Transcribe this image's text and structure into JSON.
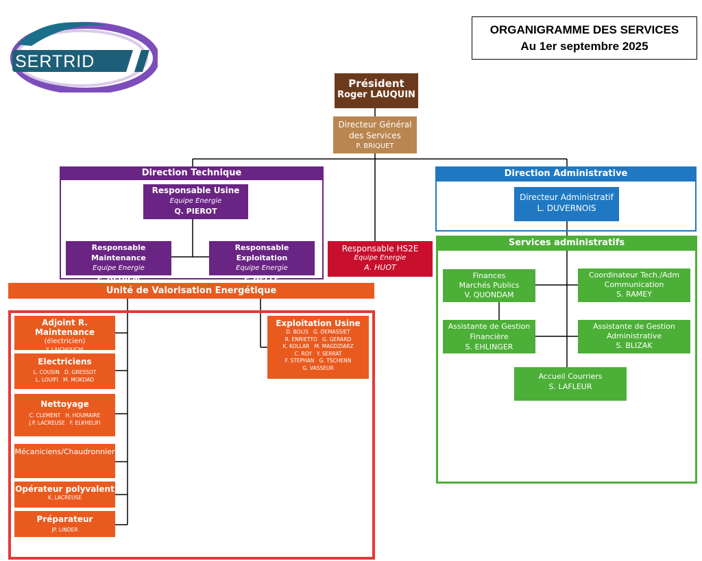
{
  "logo": {
    "text": "SERTRID"
  },
  "header": {
    "title": "ORGANIGRAMME DES SERVICES",
    "subtitle": "Au 1er septembre 2025"
  },
  "president": {
    "title": "Président",
    "name": "Roger LAUQUIN"
  },
  "dgs": {
    "title1": "Directeur Général",
    "title2": "des Services",
    "name": "P. BRIQUET"
  },
  "direction_technique": {
    "title": "Direction Technique",
    "usine": {
      "title": "Responsable Usine",
      "team": "Equipe Energie",
      "name": "Q. PIEROT"
    },
    "maintenance": {
      "title": "Responsable Maintenance",
      "team": "Equipe Energie",
      "name": "F. HEDJEM"
    },
    "exploitation": {
      "title": "Responsable Exploitation",
      "team": "Equipe Energie",
      "name": "F. HELLE"
    }
  },
  "hs2e": {
    "title": "Responsable HS2E",
    "team": "Equipe Energie",
    "name": "A. HUOT"
  },
  "uve": {
    "title": "Unité de Valorisation Energétique",
    "adjoint": {
      "title": "Adjoint R. Maintenance",
      "subtitle": "(électricien)",
      "name": "Y. LAICHOUCHI"
    },
    "electriciens": {
      "title": "Electriciens",
      "line1": "L. COUSIN   D. GRESSOT",
      "line2": "L. LOUIFI   M. MOKDAD"
    },
    "nettoyage": {
      "title": "Nettoyage",
      "line1": "C. CLEMENT   H. HOUMAIRE",
      "line2": "J.P. LACREUSE   F. ELKHELIFI"
    },
    "mecaniciens": {
      "title": "Mécaniciens/Chaudronnier"
    },
    "operateur": {
      "title": "Opérateur polyvalent",
      "name": "K. LACREUSE"
    },
    "preparateur": {
      "title": "Préparateur",
      "name": "JP. LINDER"
    },
    "exploitation_usine": {
      "title": "Exploitation Usine",
      "lines": [
        "D. BOLIS   G. DEMASSIET",
        "R. ENRIETTO   G. GERARD",
        "K. KOLLAR   M. MAGDZIARZ",
        "C. ROY   Y. SERRAT",
        "F. STEPHAN   G. TSCHENN",
        "G. VASSEUR"
      ]
    }
  },
  "direction_administrative": {
    "title": "Direction Administrative",
    "directeur": {
      "title": "Directeur Administratif",
      "name": "L. DUVERNOIS"
    }
  },
  "services_admin": {
    "title": "Services administratifs",
    "finances": {
      "line1": "Finances",
      "line2": "Marchés Publics",
      "name": "V. QUONDAM"
    },
    "coordinateur": {
      "line1": "Coordinateur Tech./Adm",
      "line2": "Communication",
      "name": "S. RAMEY"
    },
    "assistante_fin": {
      "line1": "Assistante de Gestion",
      "line2": "Financière",
      "name": "S. EHLINGER"
    },
    "assistante_adm": {
      "line1": "Assistante de Gestion",
      "line2": "Administrative",
      "name": "S. BLIZAK"
    },
    "accueil": {
      "line1": "Accueil Courriers",
      "name": "S. LAFLEUR"
    }
  },
  "colors": {
    "president": "#6b3a1c",
    "dgs": "#b98550",
    "technique": "#6a2483",
    "hs2e": "#c8102e",
    "uve": "#e95a1f",
    "uve_border": "#e53935",
    "administrative": "#1f78c1",
    "services": "#4caf37"
  }
}
